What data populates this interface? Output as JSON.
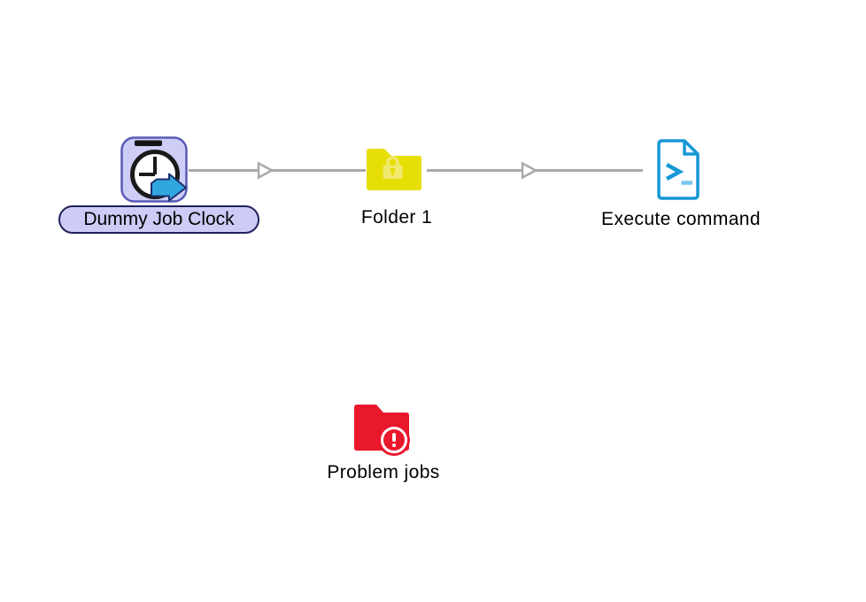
{
  "canvas": {
    "background": "#ffffff"
  },
  "colors": {
    "selection_fill": "#ccccf6",
    "selection_border": "#20205c",
    "timer_box_fill": "#cdcdf6",
    "timer_box_border": "#5a5ab5",
    "clock_black": "#1a1a1a",
    "clock_arrow_blue": "#31a7e0",
    "clock_arrow_outline": "#1c2f6e",
    "connection_gray": "#a9a9a9",
    "folder_yellow": "#e7de06",
    "folder_lock_yellow": "#efe96e",
    "folder_red": "#e9192d",
    "doc_blue": "#1797d5",
    "doc_blue_light": "#72c7ee",
    "label_text": "#000000"
  },
  "nodes": [
    {
      "label": "Dummy Job Clock",
      "type": "timer",
      "selected": true,
      "icon": "clock-with-arrow-icon"
    },
    {
      "label": "Folder 1",
      "type": "folder",
      "locked": true,
      "icon": "locked-folder-icon"
    },
    {
      "label": "Execute command",
      "type": "command",
      "selected": false,
      "icon": "terminal-document-icon"
    },
    {
      "label": "Problem jobs",
      "type": "error-folder",
      "selected": false,
      "icon": "error-folder-icon"
    }
  ],
  "connections": [
    {
      "from": "Dummy Job Clock",
      "to": "Folder 1"
    },
    {
      "from": "Folder 1",
      "to": "Execute command"
    }
  ]
}
